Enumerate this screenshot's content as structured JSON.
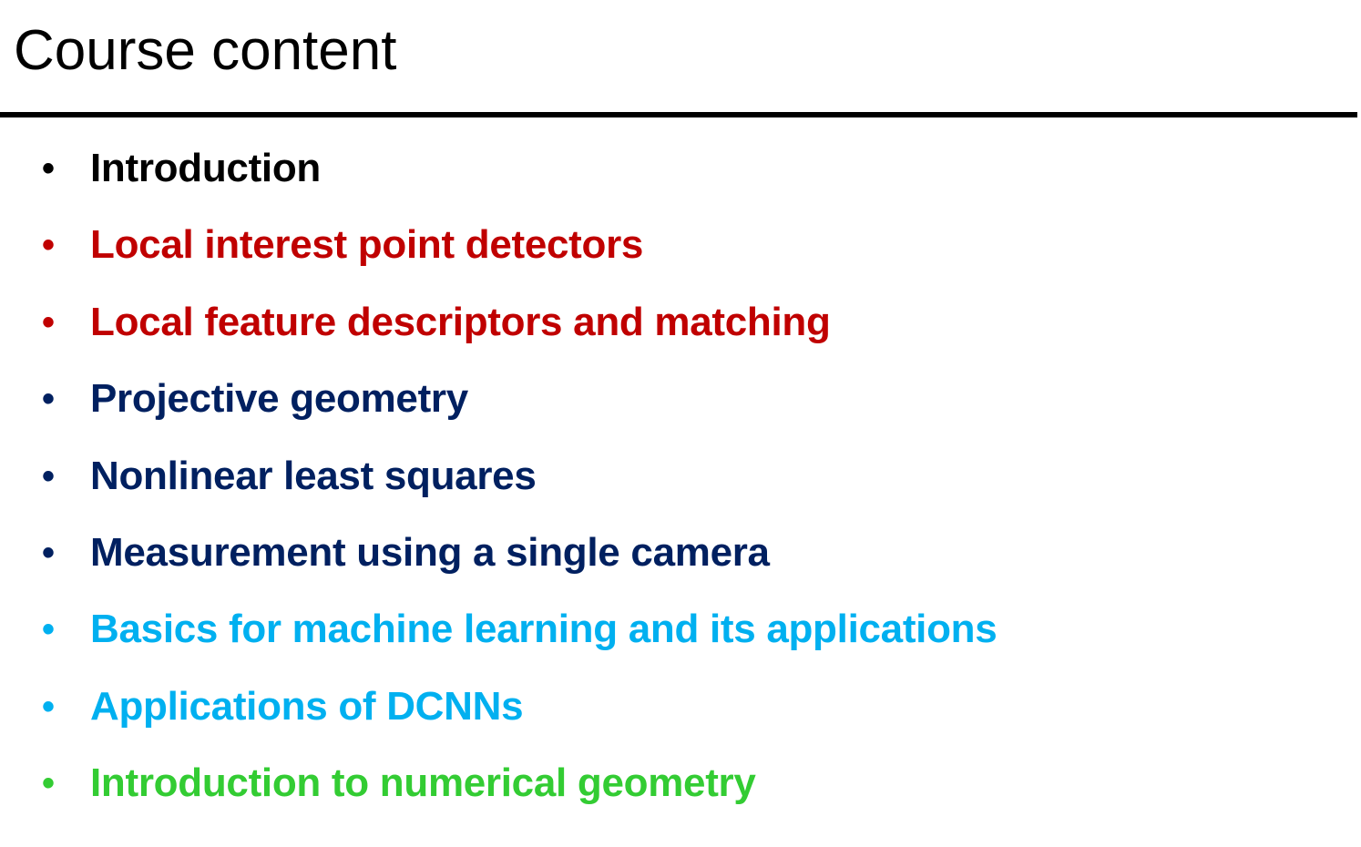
{
  "slide": {
    "title": "Course content",
    "topics": [
      {
        "label": "Introduction",
        "color": "#000000"
      },
      {
        "label": "Local interest point detectors",
        "color": "#C00000"
      },
      {
        "label": "Local feature descriptors and matching",
        "color": "#C00000"
      },
      {
        "label": "Projective geometry",
        "color": "#002060"
      },
      {
        "label": "Nonlinear least squares",
        "color": "#002060"
      },
      {
        "label": "Measurement using a single camera",
        "color": "#002060"
      },
      {
        "label": "Basics for machine learning and its applications",
        "color": "#00B0F0"
      },
      {
        "label": "Applications of DCNNs",
        "color": "#00B0F0"
      },
      {
        "label": "Introduction to numerical geometry",
        "color": "#33CC33"
      }
    ]
  }
}
